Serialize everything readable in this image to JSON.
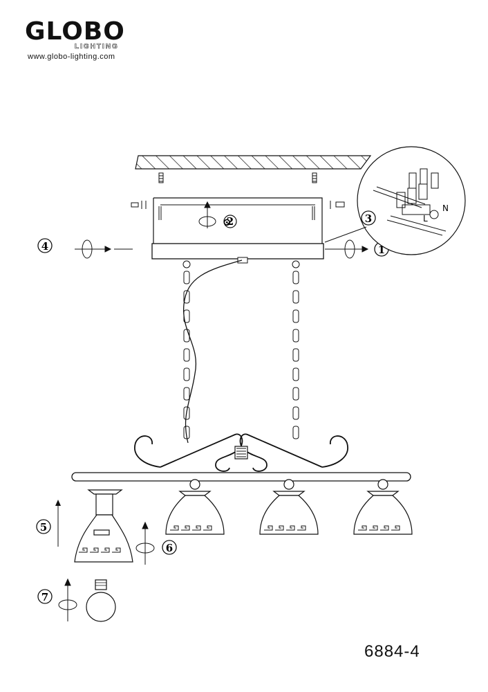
{
  "brand": {
    "name": "GLOBO",
    "tagline": "LIGHTING",
    "url": "www.globo-lighting.com"
  },
  "model_number": "6884-4",
  "steps": [
    "1",
    "2",
    "3",
    "4",
    "5",
    "6",
    "7"
  ],
  "connector_labels": [
    "L",
    "N"
  ],
  "icons": [
    "rotate-arrow-icon",
    "arrow-right-icon",
    "arrow-up-icon",
    "screw-icon",
    "wall-anchor-icon"
  ]
}
